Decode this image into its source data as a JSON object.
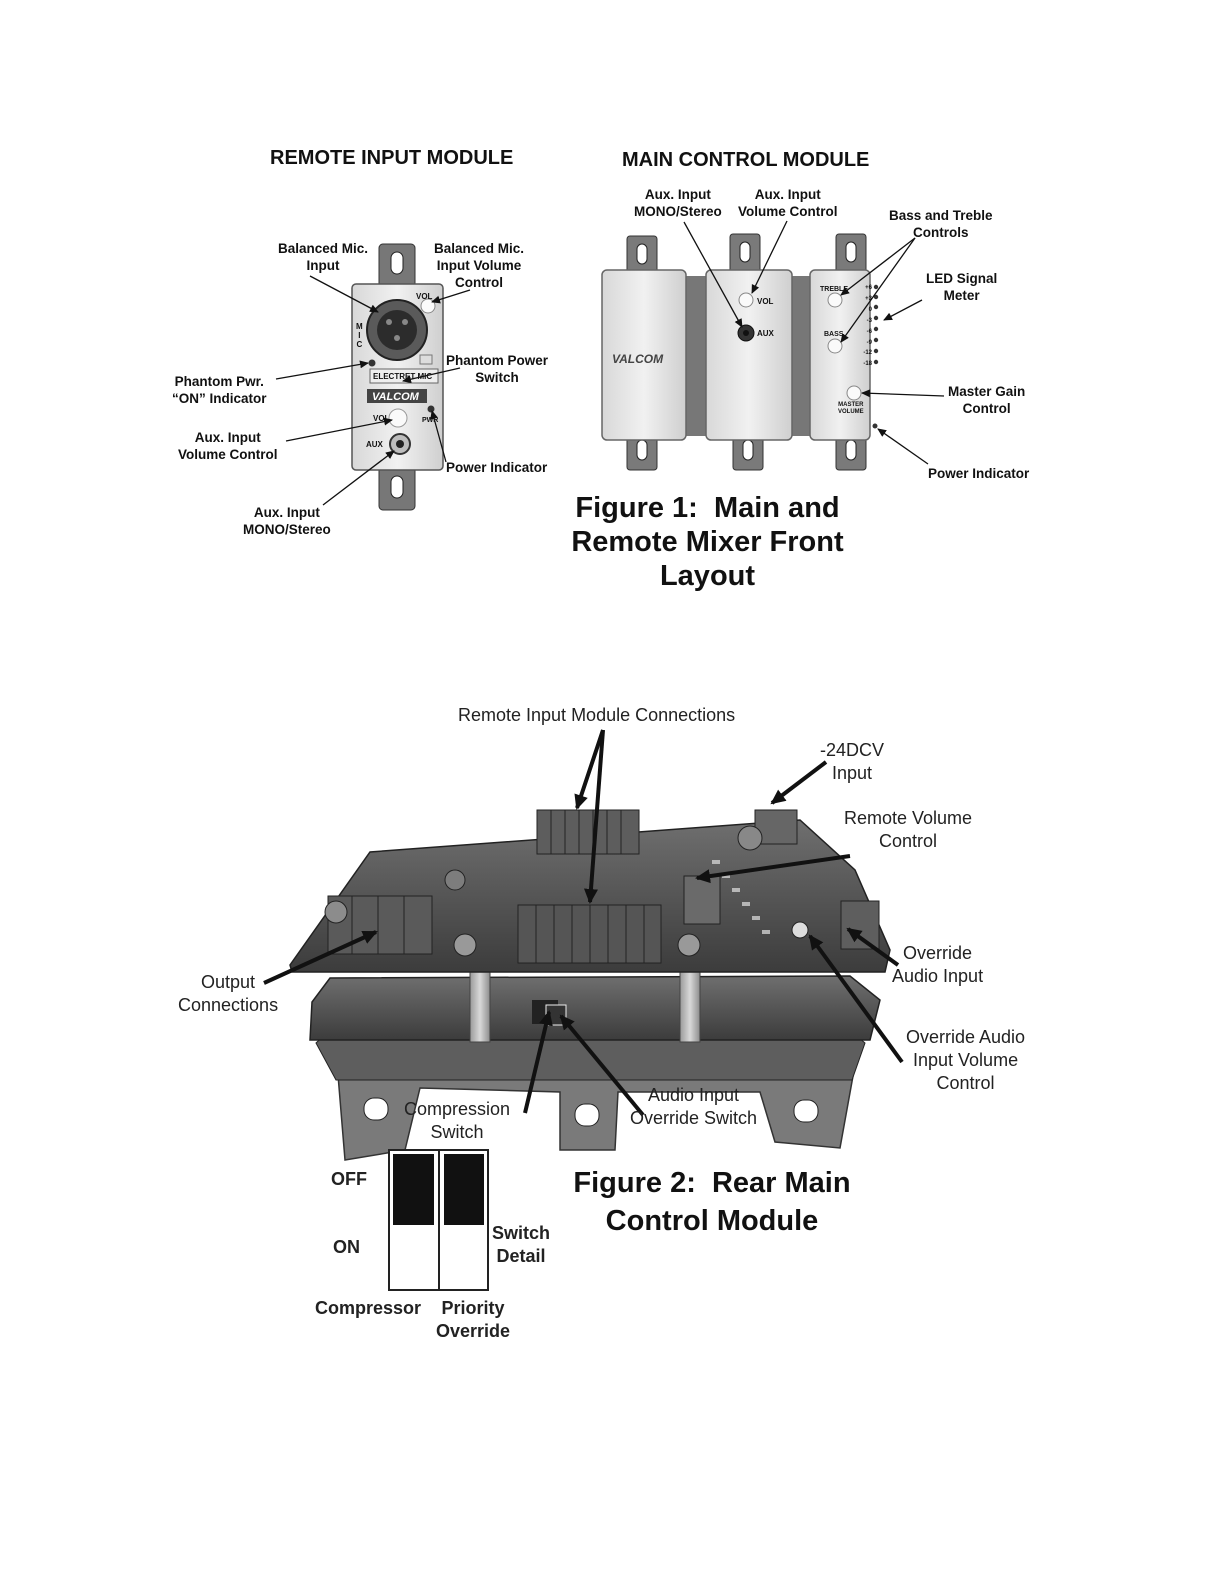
{
  "figure1": {
    "remote_title": "REMOTE INPUT MODULE",
    "main_title": "MAIN CONTROL MODULE",
    "caption": "Figure 1:  Main and\nRemote Mixer Front\nLayout",
    "remote_labels": {
      "balanced_mic_input": "Balanced Mic.\nInput",
      "balanced_mic_volume": "Balanced Mic.\nInput Volume\nControl",
      "phantom_indicator": "Phantom Pwr.\n“ON” Indicator",
      "phantom_switch": "Phantom Power\nSwitch",
      "aux_volume": "Aux. Input\nVolume Control",
      "power_indicator": "Power Indicator",
      "aux_mono": "Aux. Input\nMONO/Stereo"
    },
    "remote_panel_text": {
      "mic": "M\nI\nC",
      "vol": "VOL",
      "electret": "ELECTRET MIC",
      "valcom": "VALCOM",
      "vol2": "VOL",
      "pwr": "PWR",
      "aux": "AUX"
    },
    "main_labels": {
      "aux_mono": "Aux. Input\nMONO/Stereo",
      "aux_volume": "Aux. Input\nVolume Control",
      "bass_treble": "Bass and Treble\nControls",
      "led_meter": "LED Signal\nMeter",
      "master_gain": "Master Gain\nControl",
      "power_indicator": "Power Indicator"
    },
    "main_panel_text": {
      "valcom": "VALCOM",
      "vol": "VOL",
      "aux": "AUX",
      "treble": "TREBLE",
      "bass": "BASS",
      "master": "MASTER\nVOLUME",
      "meter": "+6\n+3\n0\n-3\n-6\n-9\n-12\n-18"
    }
  },
  "figure2": {
    "caption": "Figure 2:  Rear Main\nControl Module",
    "labels": {
      "remote_connections": "Remote Input Module Connections",
      "dc_input": "-24DCV\nInput",
      "remote_volume": "Remote Volume\nControl",
      "output_connections": "Output\nConnections",
      "override_audio_input": "Override\nAudio Input",
      "override_volume": "Override Audio\nInput Volume\nControl",
      "compression_switch": "Compression\nSwitch",
      "override_switch": "Audio Input\nOverride Switch"
    },
    "switch_detail": {
      "off": "OFF",
      "on": "ON",
      "title": "Switch\nDetail",
      "left": "Compressor",
      "right": "Priority\nOverride"
    }
  }
}
